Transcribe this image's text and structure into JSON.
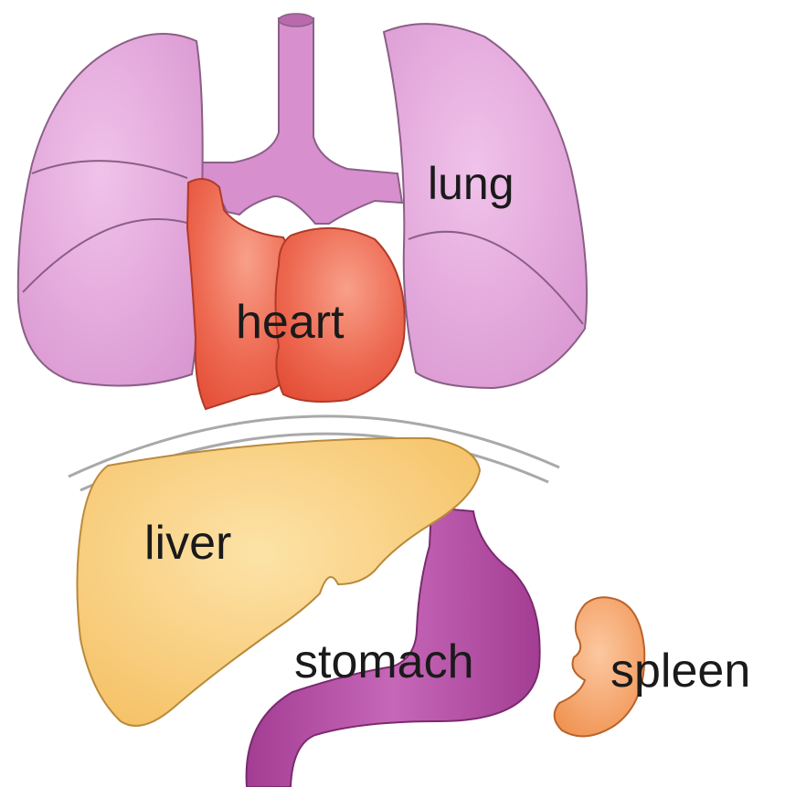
{
  "diagram": {
    "labels": {
      "lung": "lung",
      "heart": "heart",
      "liver": "liver",
      "stomach": "stomach",
      "spleen": "spleen"
    },
    "colors": {
      "lung_fill": "#e0a2d8",
      "lung_stroke": "#8a5f86",
      "trachea_fill": "#d88fce",
      "heart_fill": "#ec5a45",
      "heart_stroke": "#b03a28",
      "liver_fill": "#f6c56b",
      "liver_stroke": "#b98a3a",
      "stomach_fill": "#b14ba0",
      "stomach_stroke": "#7a2a6d",
      "spleen_fill": "#f29a55",
      "spleen_stroke": "#b9632a",
      "diaphragm_stroke": "#a9a9a9"
    }
  }
}
